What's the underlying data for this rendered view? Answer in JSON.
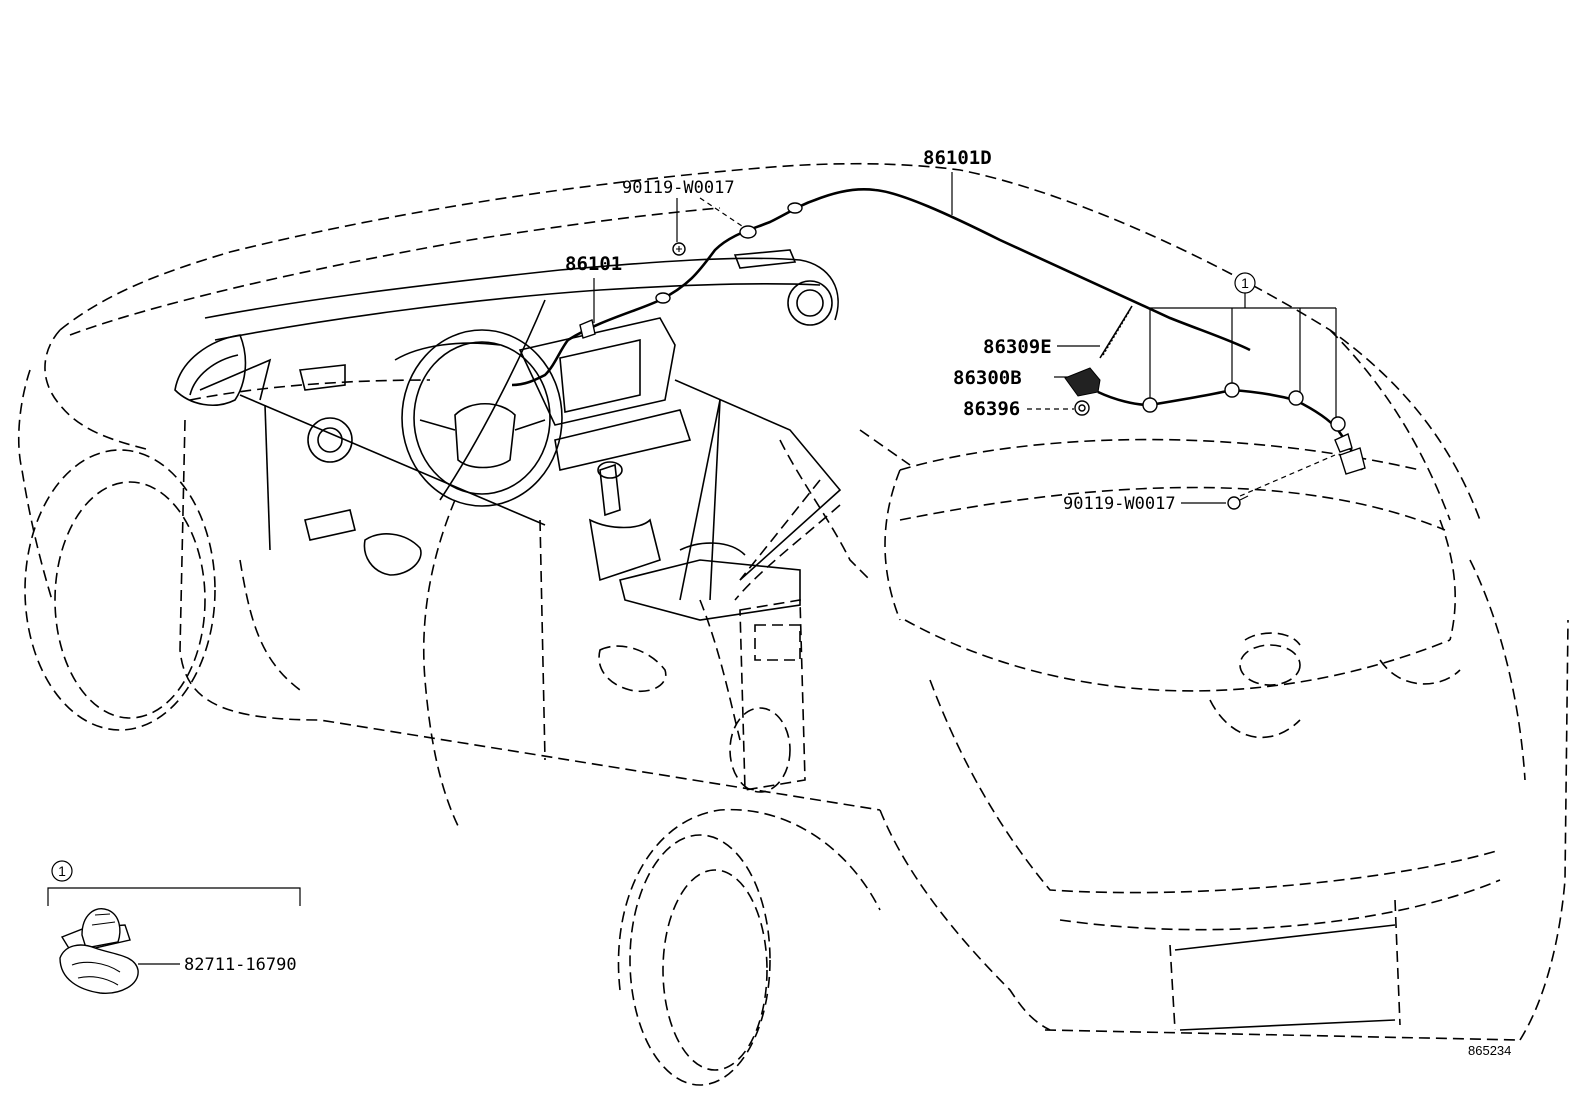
{
  "diagram": {
    "labels": {
      "p86101D": "86101D",
      "p90119_top": "90119-W0017",
      "p86101": "86101",
      "p86309E": "86309E",
      "p86300B": "86300B",
      "p86396": "86396",
      "p90119_right": "90119-W0017",
      "p82711": "82711-16790"
    },
    "callout_marker": "1",
    "inset_marker": "1",
    "illustration_id": "865234"
  }
}
